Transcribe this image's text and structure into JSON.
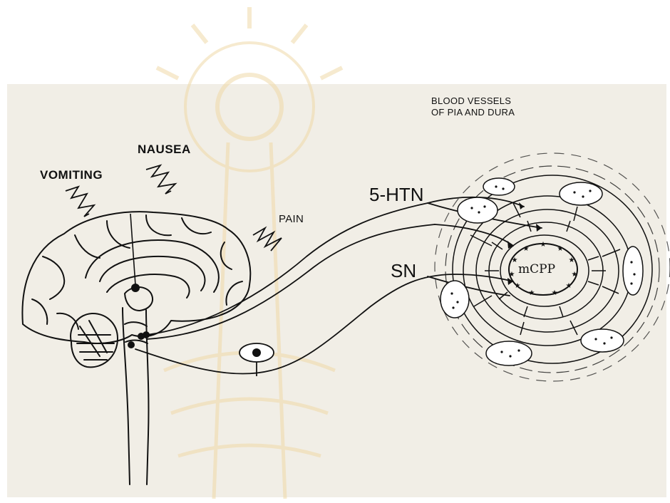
{
  "labels": {
    "blood_vessels_line1": "BLOOD VESSELS",
    "blood_vessels_line2": "OF PIA AND DURA",
    "nausea": "NAUSEA",
    "vomiting": "VOMITING",
    "pain": "PAIN",
    "htn": "5-HTN",
    "sn": "SN",
    "mcpp": "mCPP"
  },
  "colors": {
    "ink": "#111111",
    "paper": "#ffffff",
    "background_tint": "#f1eee6",
    "watermark": "#f3e1b8"
  }
}
